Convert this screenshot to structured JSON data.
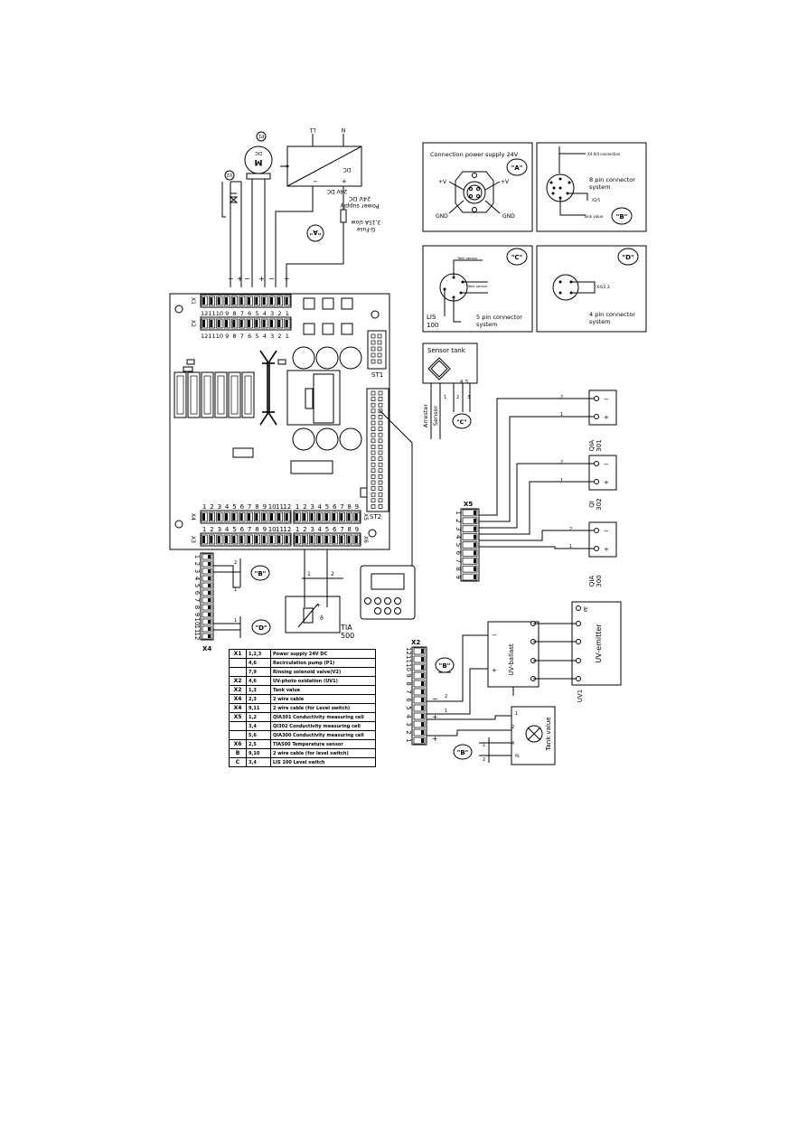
{
  "power": {
    "l1": "L1",
    "n": "N",
    "dc": "DC",
    "supply_lines": [
      "Power supply",
      "24V DC"
    ],
    "out_24": "24V DC",
    "fuse_lines": [
      "G-Fuse",
      "3,15A slow"
    ],
    "motor": "M",
    "motor_dc": "DC",
    "p1": "P1",
    "v2": "V2"
  },
  "board": {
    "x1_label": "X1",
    "x2_label": "X2",
    "x4_label": "X4",
    "x5_label": "X5",
    "x3_label": "X3",
    "x6_label": "X6",
    "x1_pins": [
      "12",
      "11",
      "10",
      "9",
      "8",
      "7",
      "6",
      "5",
      "4",
      "3",
      "2",
      "1"
    ],
    "x2_pins": [
      "12",
      "11",
      "10",
      "9",
      "8",
      "7",
      "6",
      "5",
      "4",
      "3",
      "2",
      "1"
    ],
    "x4_pins": [
      "1",
      "2",
      "3",
      "4",
      "5",
      "6",
      "7",
      "8",
      "9",
      "10",
      "11",
      "12"
    ],
    "x3_pins": [
      "1",
      "2",
      "3",
      "4",
      "5",
      "6",
      "7",
      "8",
      "9",
      "10",
      "11",
      "12"
    ],
    "x5_pins": [
      "1",
      "2",
      "3",
      "4",
      "5",
      "6",
      "7",
      "8",
      "9"
    ],
    "x6_pins": [
      "1",
      "2",
      "3",
      "4",
      "5",
      "6",
      "7",
      "8",
      "9"
    ],
    "st1": "ST1",
    "st2": "ST2"
  },
  "inset_a": {
    "title": "Connection power supply 24V",
    "tag": "\"A\"",
    "plus_v": "+V",
    "gnd": "GND"
  },
  "inset_b": {
    "tag": "\"B\"",
    "line1": "8 pin connector",
    "line2": "system",
    "x4": "X4 9/4 connection",
    "x2": "X2/5",
    "tank": "Tank value"
  },
  "inset_c": {
    "tag": "\"C\"",
    "line1": "5 pin connector",
    "line2": "system",
    "lis": "LIS",
    "lis_num": "100",
    "tank_sensor": "Tank sensor"
  },
  "inset_d": {
    "tag": "\"D\"",
    "line1": "4 pin connector",
    "line2": "system",
    "x4": "X4/2,3"
  },
  "sensor_tank": {
    "title": "Sensor tank",
    "arrester": "Arrester",
    "sensor": "Sensor",
    "tag": "\"C\""
  },
  "cells": [
    {
      "name": "QIA",
      "num": "301"
    },
    {
      "name": "QI",
      "num": "302"
    },
    {
      "name": "QIA",
      "num": "300"
    }
  ],
  "x5_side": {
    "label": "X5",
    "pins": [
      "1",
      "2",
      "3",
      "4",
      "5",
      "6",
      "7",
      "8",
      "9"
    ]
  },
  "x4_side": {
    "label": "X4",
    "pins": [
      "1",
      "2",
      "3",
      "4",
      "5",
      "6",
      "7",
      "8",
      "9",
      "10",
      "11",
      "12"
    ],
    "tag_b": "\"B\"",
    "tag_d": "\"D\""
  },
  "tia": {
    "name": "TIA",
    "num": "500"
  },
  "x2_side": {
    "label": "X2",
    "pins": [
      "12",
      "11",
      "10",
      "9",
      "8",
      "7",
      "6",
      "5",
      "4",
      "3",
      "2",
      "1"
    ],
    "tag_b": "\"B\""
  },
  "uv": {
    "ballast": "UV-ballast",
    "emitter": "UV-emitter",
    "uv1": "UV1",
    "pe": "PE",
    "tank_value": "Tank value"
  },
  "legend": [
    {
      "k": "X1",
      "p": "1,2,3",
      "d": "Power supply  24V DC"
    },
    {
      "k": "",
      "p": "4,6",
      "d": "Recirculation pump (P1)"
    },
    {
      "k": "",
      "p": "7,9",
      "d": "Rinsing solenoid valve(V2)"
    },
    {
      "k": "X2",
      "p": "4,6",
      "d": "UV-photo oxidation (UV1)"
    },
    {
      "k": "X2",
      "p": "1,3",
      "d": "Tank value"
    },
    {
      "k": "X4",
      "p": "2,3",
      "d": "2 wire cable"
    },
    {
      "k": "X4",
      "p": "9,11",
      "d": "2 wire cable (for Level switch)"
    },
    {
      "k": "X5",
      "p": "1,2",
      "d": "QIA301 Conductivity measuring cell"
    },
    {
      "k": "",
      "p": "3,4",
      "d": "QI302 Conductivity measuring cell"
    },
    {
      "k": "",
      "p": "5,6",
      "d": "QIA300 Conductivity measuring cell"
    },
    {
      "k": "X6",
      "p": "2,5",
      "d": "TIA500 Temperature sensor"
    },
    {
      "k": "B",
      "p": "9,10",
      "d": "2 wire cable (for level switch)"
    },
    {
      "k": "C",
      "p": "3,4",
      "d": "LIS 100 Level switch"
    }
  ]
}
